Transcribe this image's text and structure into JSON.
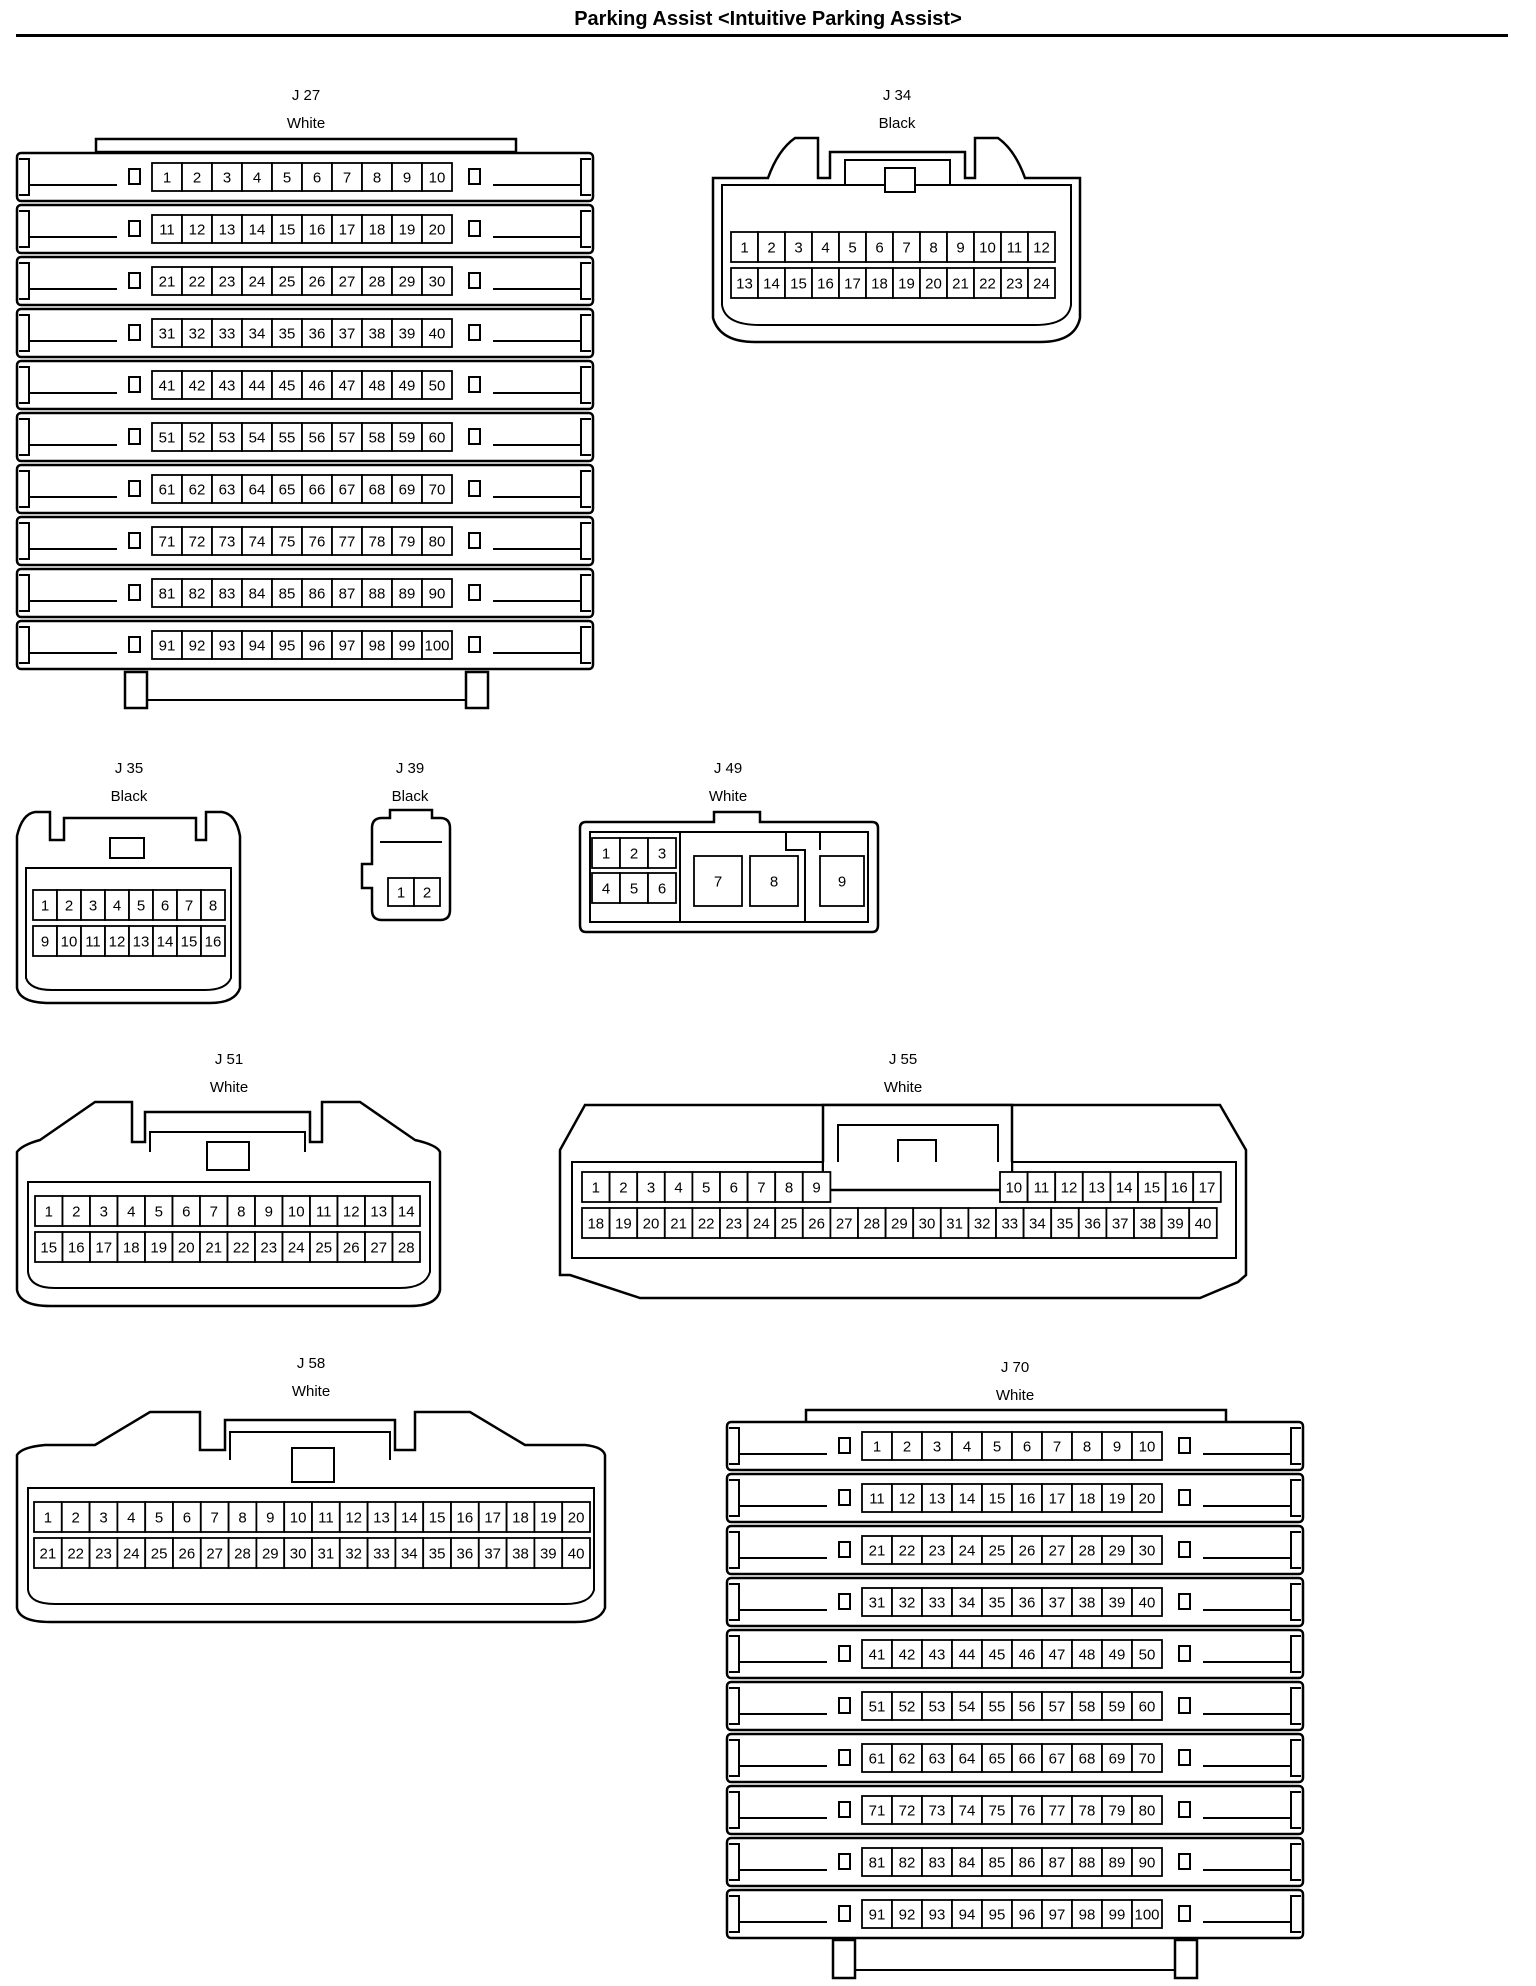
{
  "page": {
    "title": "Parking Assist <Intuitive Parking Assist>"
  },
  "connectors": {
    "J27": {
      "id": "J 27",
      "color": "White"
    },
    "J34": {
      "id": "J 34",
      "color": "Black"
    },
    "J35": {
      "id": "J 35",
      "color": "Black"
    },
    "J39": {
      "id": "J 39",
      "color": "Black"
    },
    "J49": {
      "id": "J 49",
      "color": "White"
    },
    "J51": {
      "id": "J 51",
      "color": "White"
    },
    "J55": {
      "id": "J 55",
      "color": "White"
    },
    "J58": {
      "id": "J 58",
      "color": "White"
    },
    "J70": {
      "id": "J 70",
      "color": "White"
    }
  }
}
